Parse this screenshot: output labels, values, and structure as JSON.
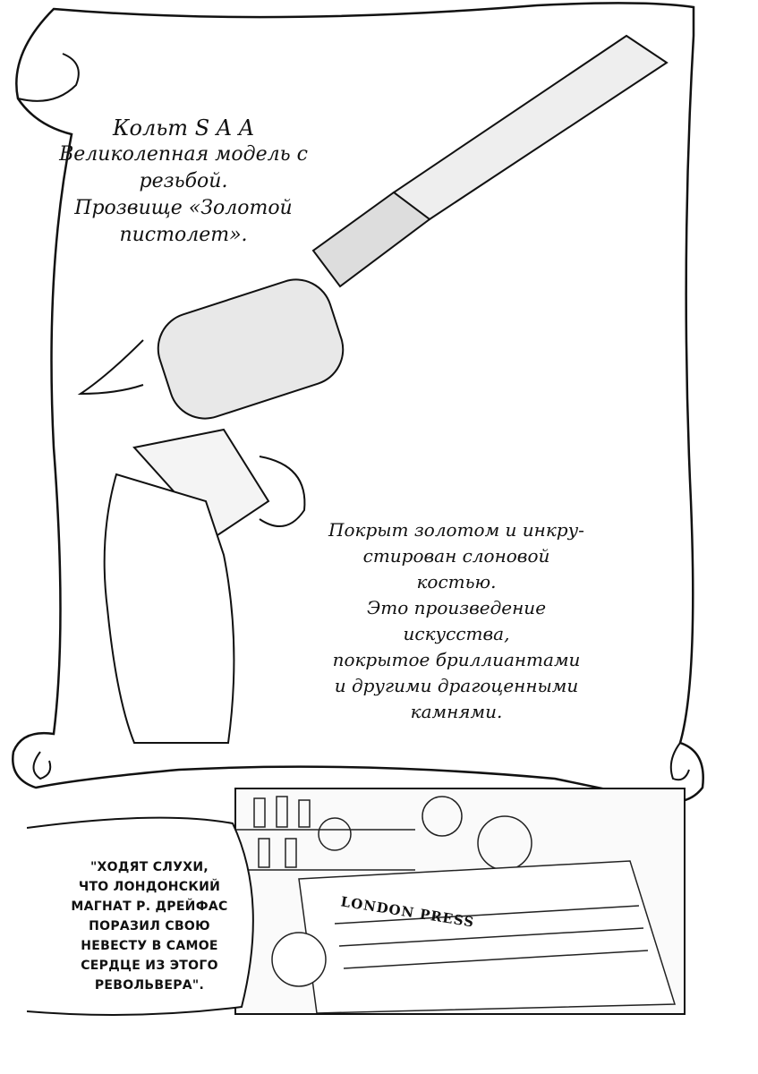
{
  "caption_top": {
    "title": "Кольт S A A",
    "line1": "Великолепная модель с резьбой.",
    "line2": "Прозвище «Золотой пистолет»."
  },
  "caption_right": {
    "lines": [
      "Покрыт золотом и инкру-",
      "стирован слоновой костью.",
      "Это произведение искусства,",
      "покрытое бриллиантами",
      "и другими драгоценными",
      "камнями."
    ]
  },
  "speech_bubble": {
    "lines": [
      "\"Ходят слухи,",
      "что лондонский",
      "магнат Р. Дрейфас",
      "поразил свою",
      "невесту в самое",
      "сердце из этого",
      "револьвера\"."
    ]
  },
  "newspaper": {
    "masthead": "LONDON PRESS"
  }
}
